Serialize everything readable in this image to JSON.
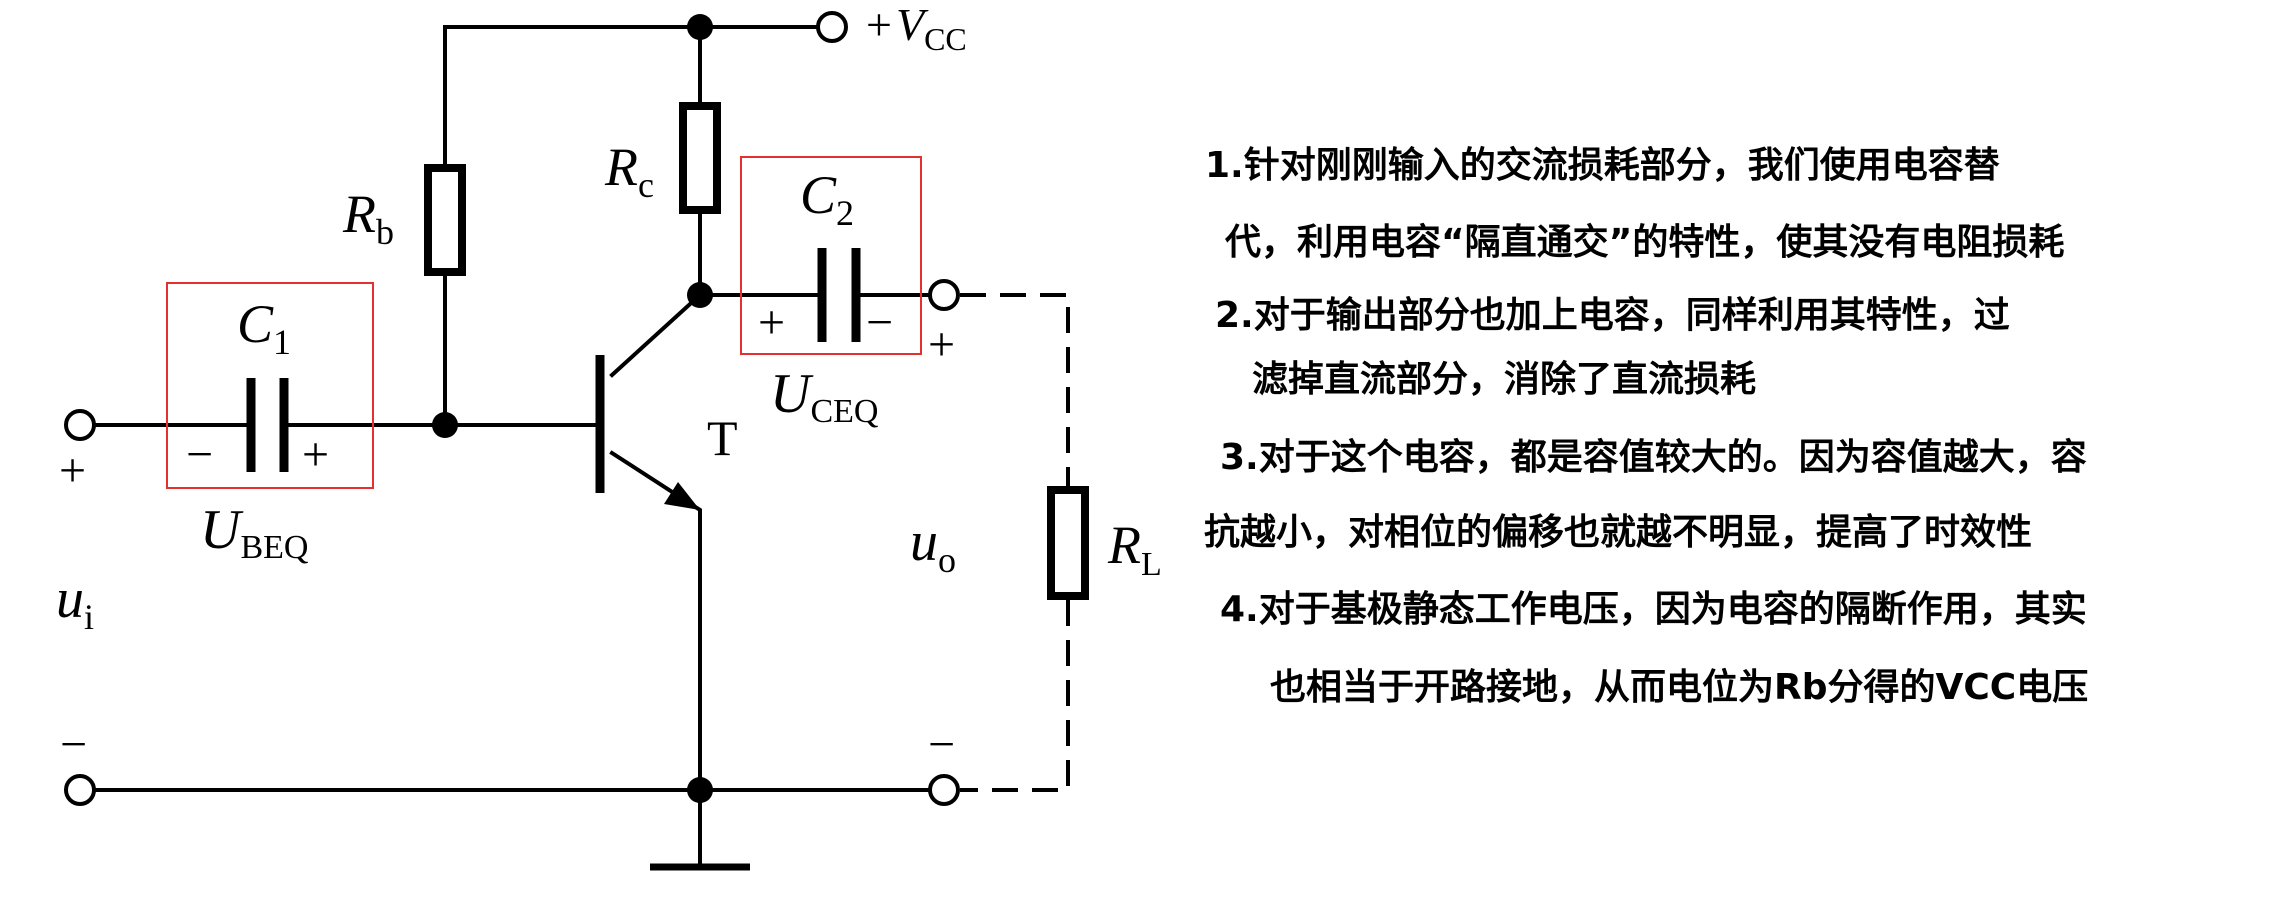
{
  "labels": {
    "vcc_sign": "+",
    "vcc": "V",
    "vcc_sub": "CC",
    "rc": "R",
    "rc_sub": "c",
    "rb": "R",
    "rb_sub": "b",
    "c1": "C",
    "c1_sub": "1",
    "c2": "C",
    "c2_sub": "2",
    "c1_minus": "−",
    "c1_plus": "+",
    "c2_plus": "+",
    "c2_minus": "−",
    "ube": "U",
    "ube_sub": "BEQ",
    "uce": "U",
    "uce_sub": "CEQ",
    "transistor": "T",
    "ui": "u",
    "ui_sub": "i",
    "uo": "u",
    "uo_sub": "o",
    "rl": "R",
    "rl_sub": "L",
    "in_plus": "+",
    "in_minus": "−",
    "out_plus": "+",
    "out_minus": "−"
  },
  "notes": [
    "1.针对刚刚输入的交流损耗部分，我们使用电容替",
    "代，利用电容“隔直通交”的特性，使其没有电阻损耗",
    "2.对于输出部分也加上电容，同样利用其特性，过",
    "滤掉直流部分，消除了直流损耗",
    "3.对于这个电容，都是容值较大的。因为容值越大，容",
    "抗越小，对相位的偏移也就越不明显，提高了时效性",
    "4.对于基极静态工作电压，因为电容的隔断作用，其实",
    "也相当于开路接地，从而电位为Rb分得的VCC电压"
  ],
  "colors": {
    "highlight": "#e3312f",
    "ink": "#000000"
  }
}
